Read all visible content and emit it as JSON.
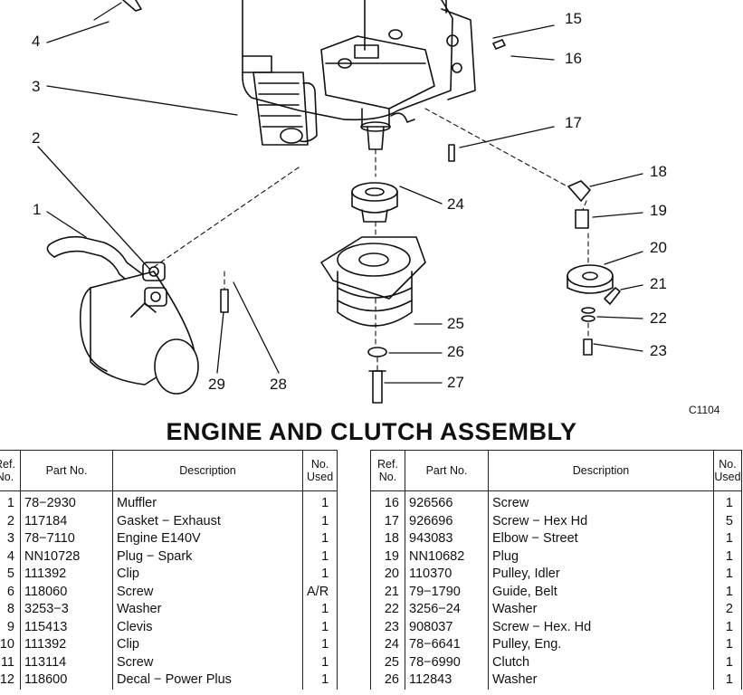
{
  "diagram": {
    "code": "C1104",
    "callouts": [
      "1",
      "2",
      "3",
      "4",
      "15",
      "16",
      "17",
      "18",
      "19",
      "20",
      "21",
      "22",
      "23",
      "24",
      "25",
      "26",
      "27",
      "28",
      "29"
    ]
  },
  "title": "ENGINE AND CLUTCH  ASSEMBLY",
  "table": {
    "headers": {
      "ref": "Ref. No.",
      "part": "Part No.",
      "desc": "Description",
      "qty": "No. Used"
    },
    "left": [
      {
        "ref": "1",
        "part": "78−2930",
        "desc": "Muffler",
        "qty": "1"
      },
      {
        "ref": "2",
        "part": "117184",
        "desc": "Gasket − Exhaust",
        "qty": "1"
      },
      {
        "ref": "3",
        "part": "78−7110",
        "desc": "Engine E140V",
        "qty": "1"
      },
      {
        "ref": "4",
        "part": "NN10728",
        "desc": "Plug − Spark",
        "qty": "1"
      },
      {
        "ref": "5",
        "part": "111392",
        "desc": "Clip",
        "qty": "1"
      },
      {
        "ref": "6",
        "part": "118060",
        "desc": "Screw",
        "qty": "A/R"
      },
      {
        "ref": "8",
        "part": "3253−3",
        "desc": "Washer",
        "qty": "1"
      },
      {
        "ref": "9",
        "part": "115413",
        "desc": "Clevis",
        "qty": "1"
      },
      {
        "ref": "10",
        "part": "111392",
        "desc": "Clip",
        "qty": "1"
      },
      {
        "ref": "11",
        "part": "113114",
        "desc": "Screw",
        "qty": "1"
      },
      {
        "ref": "12",
        "part": "118600",
        "desc": "Decal − Power Plus",
        "qty": "1"
      }
    ],
    "right": [
      {
        "ref": "16",
        "part": "926566",
        "desc": "Screw",
        "qty": "1"
      },
      {
        "ref": "17",
        "part": "926696",
        "desc": "Screw − Hex Hd",
        "qty": "5"
      },
      {
        "ref": "18",
        "part": "943083",
        "desc": "Elbow − Street",
        "qty": "1"
      },
      {
        "ref": "19",
        "part": "NN10682",
        "desc": "Plug",
        "qty": "1"
      },
      {
        "ref": "20",
        "part": "110370",
        "desc": "Pulley, Idler",
        "qty": "1"
      },
      {
        "ref": "21",
        "part": "79−1790",
        "desc": "Guide, Belt",
        "qty": "1"
      },
      {
        "ref": "22",
        "part": "3256−24",
        "desc": "Washer",
        "qty": "2"
      },
      {
        "ref": "23",
        "part": "908037",
        "desc": "Screw − Hex. Hd",
        "qty": "1"
      },
      {
        "ref": "24",
        "part": "78−6641",
        "desc": "Pulley, Eng.",
        "qty": "1"
      },
      {
        "ref": "25",
        "part": "78−6990",
        "desc": "Clutch",
        "qty": "1"
      },
      {
        "ref": "26",
        "part": "112843",
        "desc": "Washer",
        "qty": "1"
      }
    ]
  }
}
